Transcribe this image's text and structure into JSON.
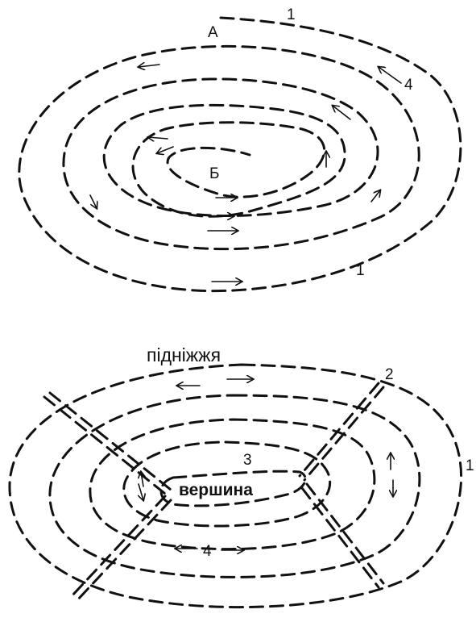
{
  "top_diagram": {
    "labels": {
      "one_top": "1",
      "letter_a": "А",
      "four": "4",
      "letter_b": "Б",
      "one_bottom": "1"
    }
  },
  "bottom_diagram": {
    "labels": {
      "foot": "підніжжя",
      "two": "2",
      "one_right": "1",
      "three": "3",
      "summit": "вершина",
      "four": "4"
    }
  }
}
